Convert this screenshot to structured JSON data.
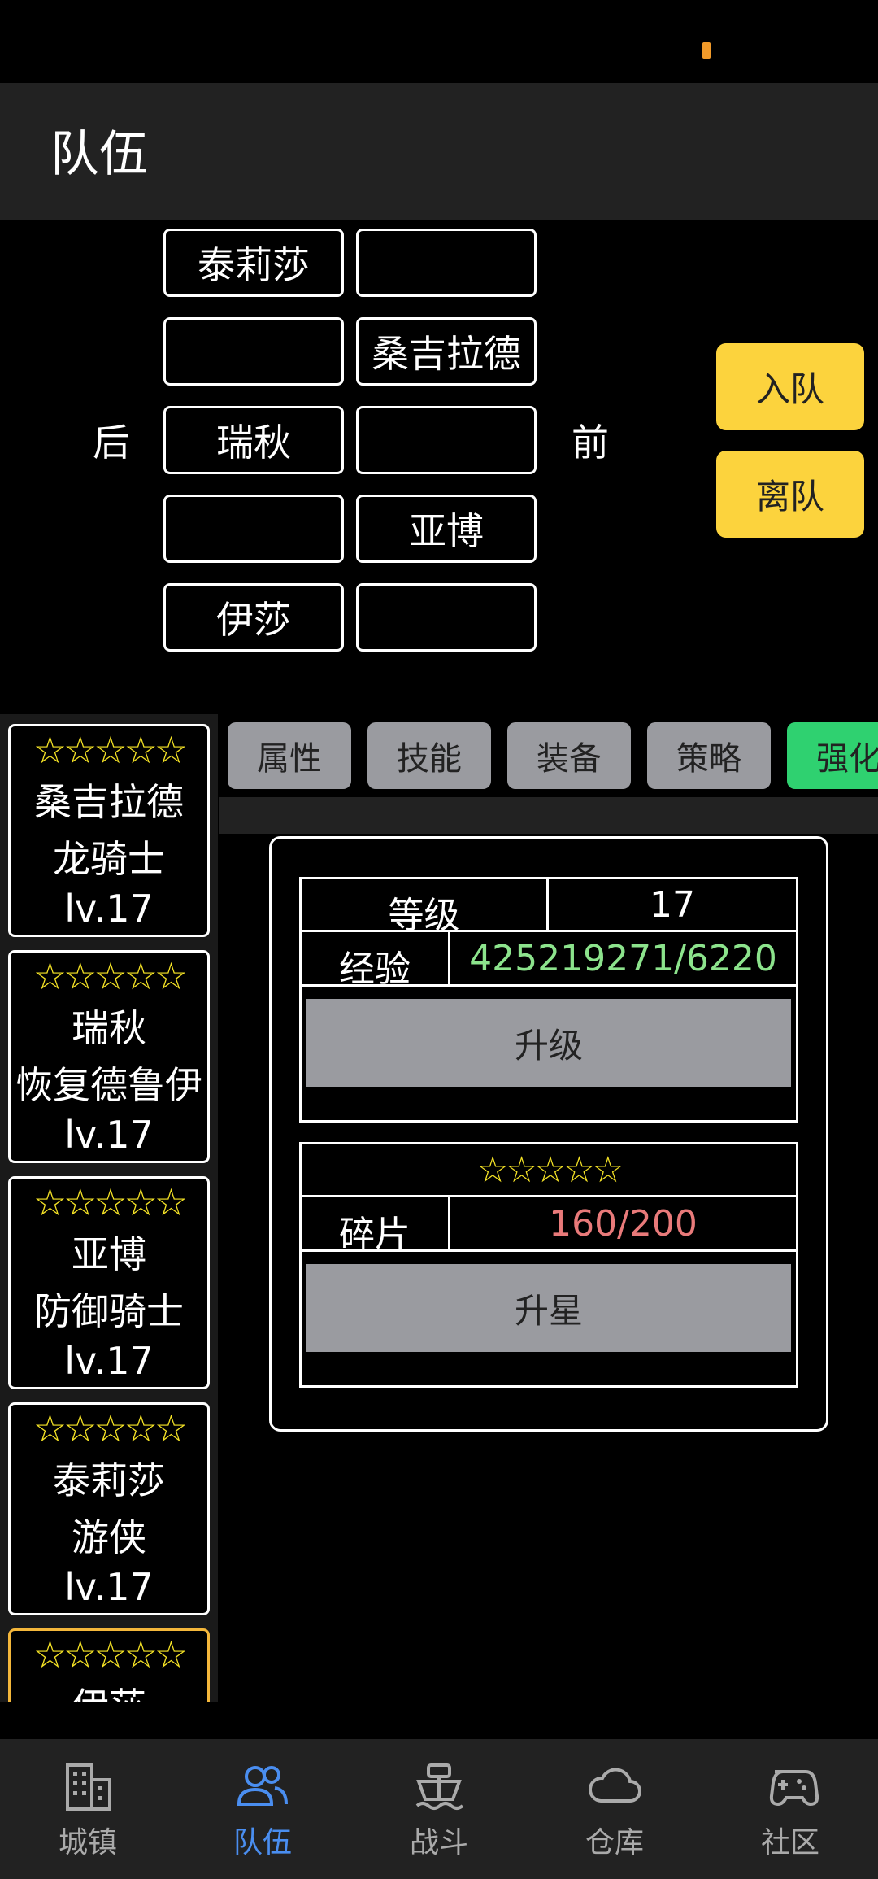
{
  "header": {
    "title": "队伍"
  },
  "formation": {
    "back_label": "后",
    "front_label": "前",
    "rows": [
      [
        "泰莉莎",
        ""
      ],
      [
        "",
        "桑吉拉德"
      ],
      [
        "瑞秋",
        ""
      ],
      [
        "",
        "亚博"
      ],
      [
        "伊莎",
        ""
      ]
    ]
  },
  "actions": {
    "join": "入队",
    "leave": "离队"
  },
  "heroes": [
    {
      "stars": "☆☆☆☆☆",
      "name": "桑吉拉德",
      "class": "龙骑士",
      "level": "lv.17"
    },
    {
      "stars": "☆☆☆☆☆",
      "name": "瑞秋",
      "class": "恢复德鲁伊",
      "level": "lv.17"
    },
    {
      "stars": "☆☆☆☆☆",
      "name": "亚博",
      "class": "防御骑士",
      "level": "lv.17"
    },
    {
      "stars": "☆☆☆☆☆",
      "name": "泰莉莎",
      "class": "游侠",
      "level": "lv.17"
    },
    {
      "stars": "☆☆☆☆☆",
      "name": "伊莎",
      "class": "",
      "level": ""
    }
  ],
  "tabs": [
    "属性",
    "技能",
    "装备",
    "策略",
    "强化"
  ],
  "active_tab": "强化",
  "upgrade": {
    "level_label": "等级",
    "level_value": "17",
    "exp_label": "经验",
    "exp_value": "425219271/6220",
    "level_up_button": "升级",
    "stars": "☆☆☆☆☆",
    "shard_label": "碎片",
    "shard_value": "160/200",
    "star_up_button": "升星"
  },
  "colors": {
    "exp_value": "#8ce38c",
    "shard_value": "#e97a7a",
    "star": "#f5e326",
    "accent_button": "#fcd33d",
    "active_tab": "#2fd170",
    "nav_active": "#4a8ef0"
  },
  "nav": [
    {
      "label": "城镇",
      "icon": "city-icon"
    },
    {
      "label": "队伍",
      "icon": "team-icon"
    },
    {
      "label": "战斗",
      "icon": "battle-ship-icon"
    },
    {
      "label": "仓库",
      "icon": "cloud-icon"
    },
    {
      "label": "社区",
      "icon": "gamepad-icon"
    }
  ],
  "nav_active": "队伍"
}
